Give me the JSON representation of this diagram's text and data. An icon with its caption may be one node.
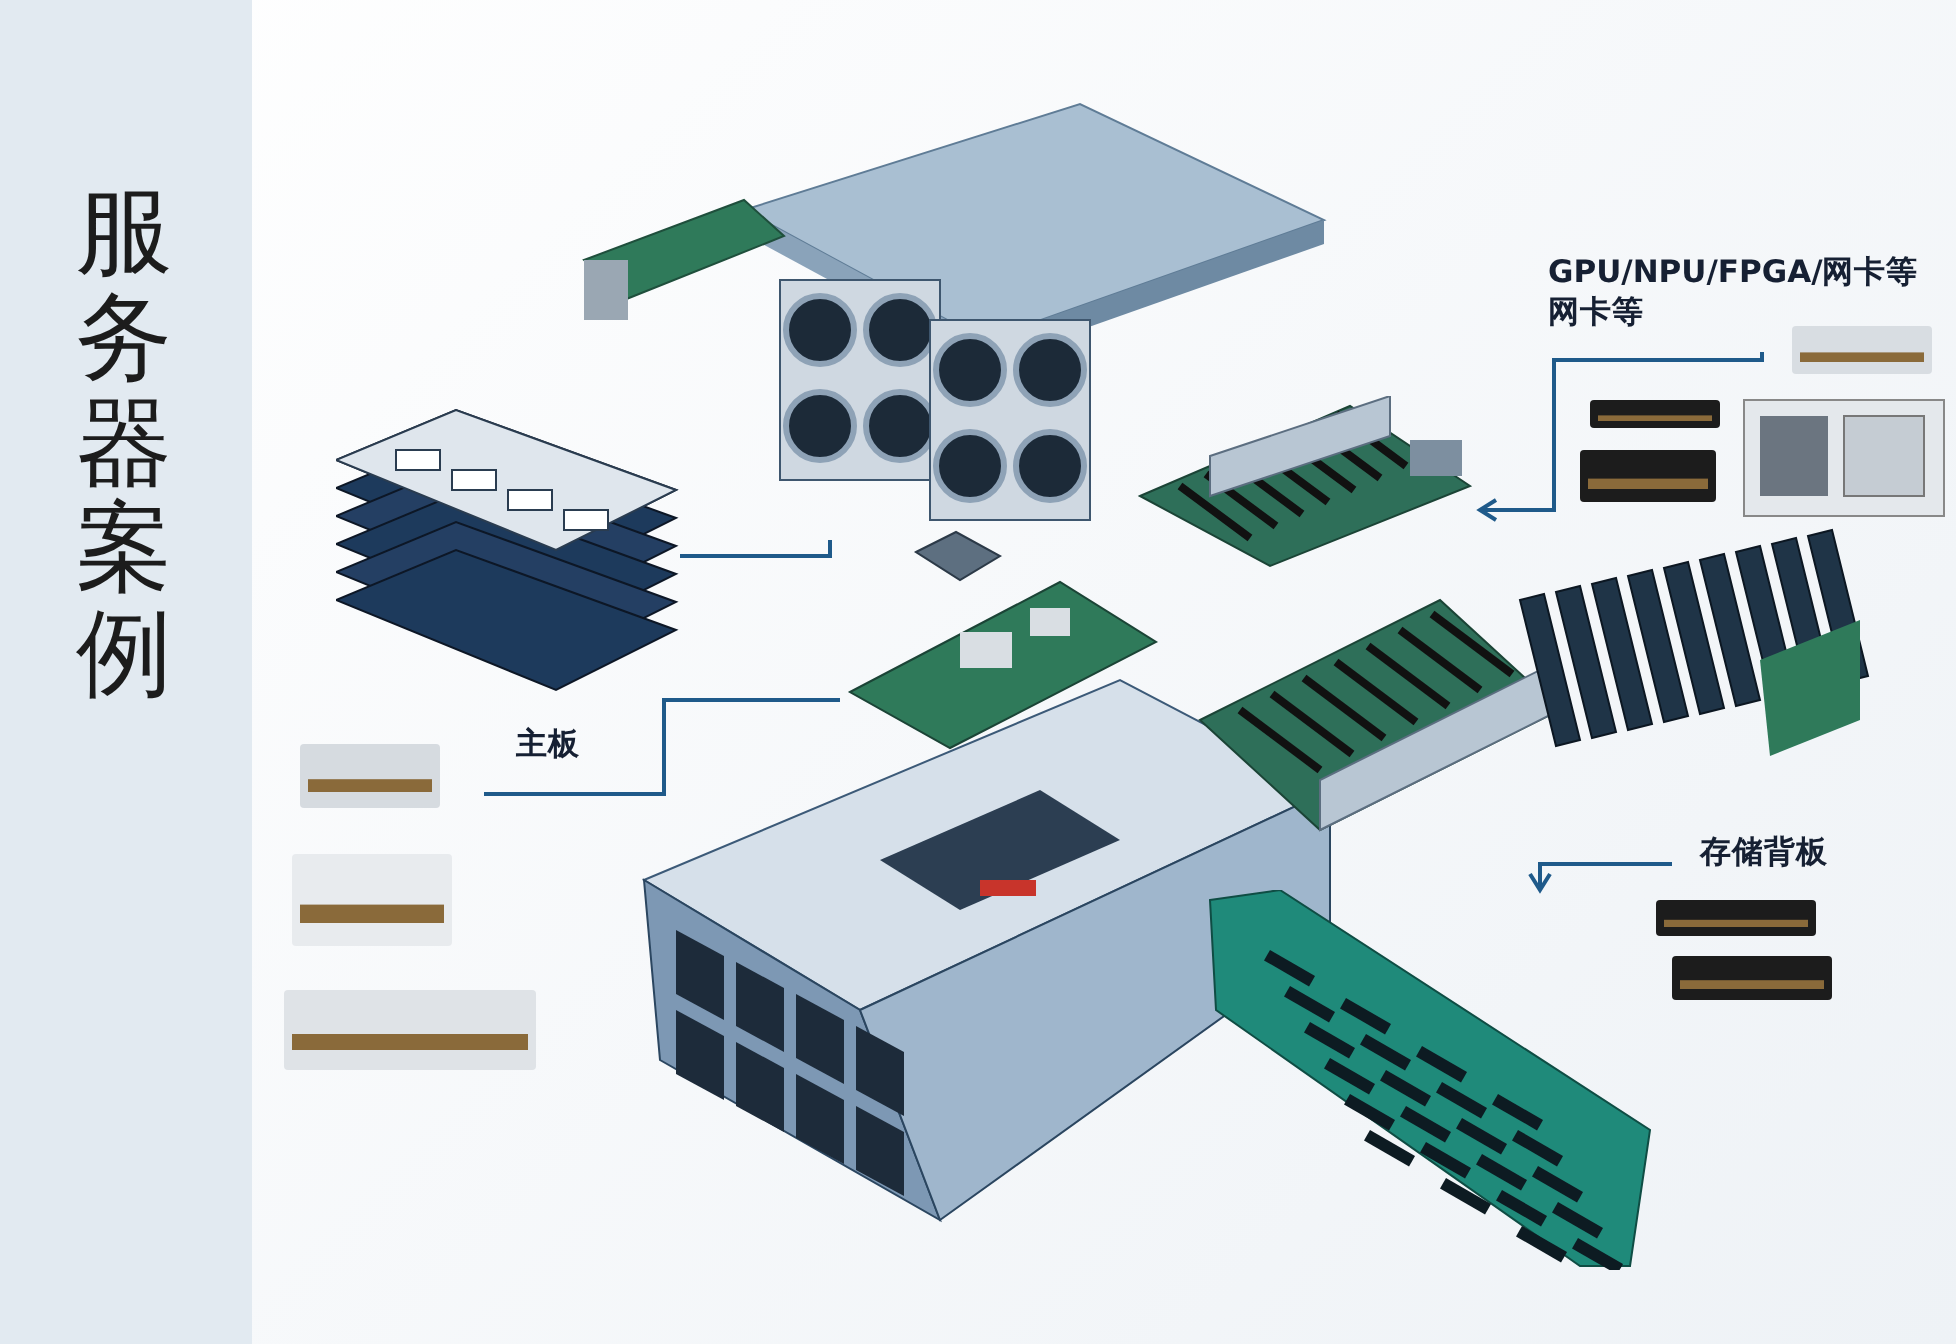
{
  "diagram": {
    "title": "服务器案例",
    "nodes": [
      {
        "text": [
          "GPU/NPU/FPGA/网卡等",
          "网卡等"
        ]
      },
      {
        "text": [],
        "shape": "picture"
      },
      {
        "text": [
          "主板"
        ]
      },
      {
        "text": [],
        "shape": "picture"
      },
      {
        "text": [
          "存储背板"
        ]
      },
      {
        "text": [],
        "shape": "picture"
      },
      {
        "text": [],
        "shape": "picture"
      },
      {
        "text": [],
        "shape": "picture"
      }
    ],
    "edges": [
      {
        "from": 0,
        "to": 1,
        "arrow": "to"
      },
      {
        "from": 2,
        "to": 3,
        "arrow": "none"
      },
      {
        "from": 4,
        "to": 5,
        "arrow": "to"
      },
      {
        "from": 6,
        "to": 7,
        "arrow": "none"
      }
    ]
  }
}
